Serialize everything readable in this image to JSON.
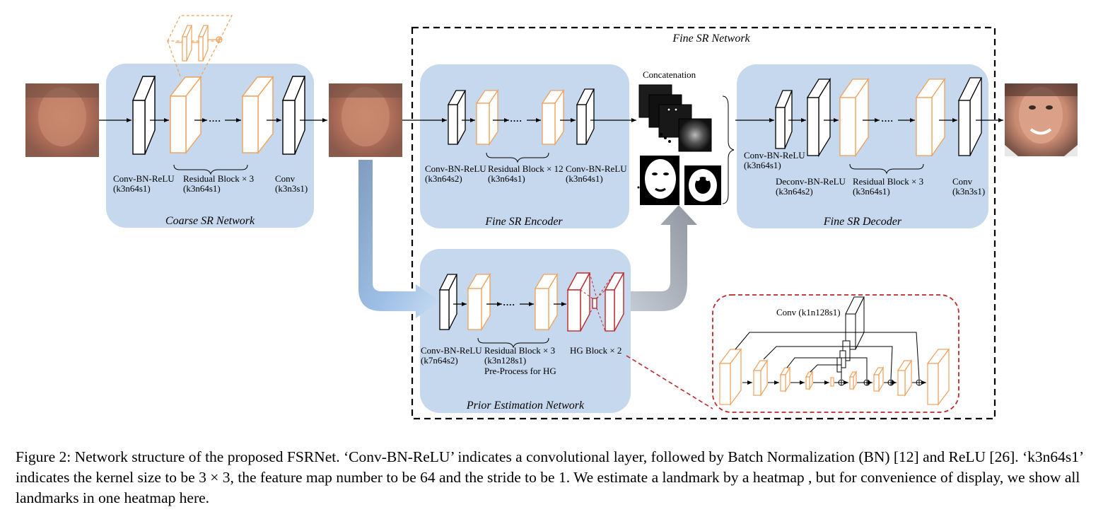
{
  "figure": {
    "caption": "Figure 2: Network structure of the proposed FSRNet. ‘Conv-BN-ReLU’ indicates a convolutional layer, followed by Batch Normalization (BN) [12] and ReLU [26]. ‘k3n64s1’ indicates the kernel size to be 3 × 3, the feature map number to be 64 and the stride to be 1. We estimate a landmark by a heatmap , but for convenience of display, we show all landmarks in one heatmap here."
  },
  "coarse": {
    "title": "Coarse SR Network",
    "conv1": {
      "name": "Conv-BN-ReLU",
      "params": "(k3n64s1)"
    },
    "res": {
      "name": "Residual Block × 3",
      "params": "(k3n64s1)"
    },
    "conv2": {
      "name": "Conv",
      "params": "(k3n3s1)"
    }
  },
  "fine": {
    "title": "Fine SR Network",
    "concat_label": "Concatenation",
    "encoder": {
      "title": "Fine SR Encoder",
      "conv1": {
        "name": "Conv-BN-ReLU",
        "params": "(k3n64s2)"
      },
      "res": {
        "name": "Residual Block × 12",
        "params": "(k3n64s1)"
      },
      "conv2": {
        "name": "Conv-BN-ReLU",
        "params": "(k3n64s1)"
      }
    },
    "decoder": {
      "title": "Fine SR Decoder",
      "conv1": {
        "name": "Conv-BN-ReLU",
        "params": "(k3n64s1)"
      },
      "deconv": {
        "name": "Deconv-BN-ReLU",
        "params": "(k3n64s2)"
      },
      "res": {
        "name": "Residual Block × 3",
        "params": "(k3n64s1)"
      },
      "conv2": {
        "name": "Conv",
        "params": "(k3n3s1)"
      }
    }
  },
  "prior": {
    "title": "Prior Estimation Network",
    "conv1": {
      "name": "Conv-BN-ReLU",
      "params": "(k7n64s2)"
    },
    "res": {
      "name": "Residual Block × 3",
      "params": "(k3n128s1)",
      "note": "Pre-Process for HG"
    },
    "hg": {
      "name": "HG Block × 2"
    }
  },
  "hg_detail": {
    "conv_label": "Conv (k1n128s1)"
  },
  "colors": {
    "panel": "#c6d8ee",
    "residual": "#f0a05a",
    "hourglass": "#c0282b",
    "flow_arrow_blue": "#9dbde0",
    "flow_arrow_gray": "#8c96a2"
  }
}
